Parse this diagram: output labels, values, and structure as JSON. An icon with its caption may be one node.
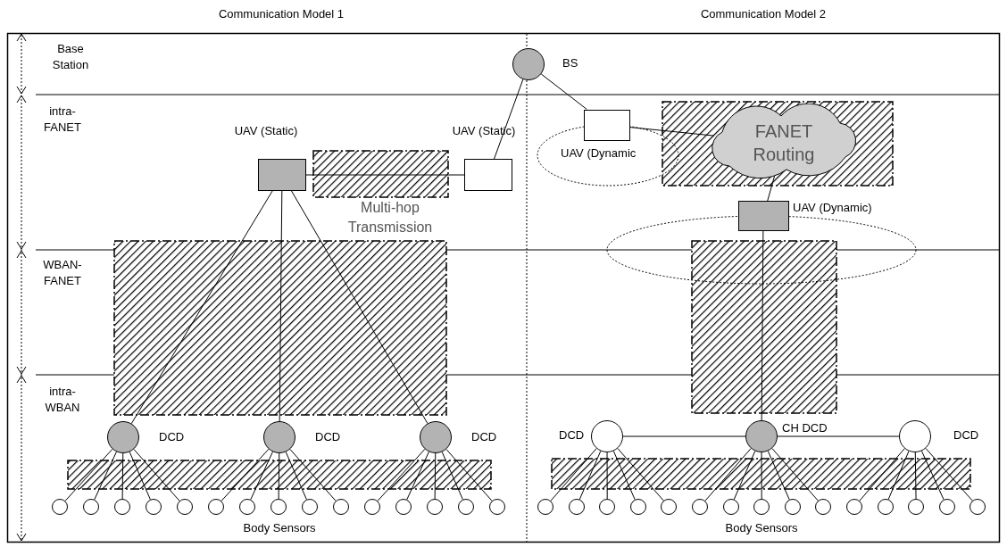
{
  "diagram": {
    "nodes": [
      {
        "text": [],
        "shape": "circle",
        "beside": [
          "BS"
        ]
      },
      {
        "text": [],
        "shape": "box",
        "beside": [
          "UAV (Static)"
        ]
      },
      {
        "text": [],
        "shape": "box",
        "beside": [
          "UAV (Static)"
        ]
      },
      {
        "text": [],
        "shape": "box",
        "beside": [
          "UAV (Dynamic"
        ]
      },
      {
        "text": [
          "FANET Routing"
        ]
      },
      {
        "text": [],
        "shape": "box",
        "beside": [
          "UAV (Dynamic)"
        ]
      },
      {
        "text": [],
        "shape": "circle",
        "beside": [
          "DCD"
        ]
      },
      {
        "text": [],
        "shape": "circle",
        "beside": [
          "DCD"
        ]
      },
      {
        "text": [],
        "shape": "circle",
        "beside": [
          "DCD"
        ]
      },
      {
        "text": [],
        "shape": "circle",
        "beside": [
          "DCD"
        ]
      },
      {
        "text": [],
        "shape": "circle",
        "beside": [
          "CH DCD"
        ]
      },
      {
        "text": [],
        "shape": "circle",
        "beside": [
          "DCD"
        ]
      },
      {
        "text": [],
        "shape": "circle"
      },
      {
        "text": [],
        "shape": "circle"
      },
      {
        "text": [],
        "shape": "circle"
      },
      {
        "text": [],
        "shape": "circle"
      },
      {
        "text": [],
        "shape": "circle"
      },
      {
        "text": [],
        "shape": "circle"
      },
      {
        "text": [],
        "shape": "circle"
      },
      {
        "text": [],
        "shape": "circle"
      },
      {
        "text": [],
        "shape": "circle"
      },
      {
        "text": [],
        "shape": "circle"
      },
      {
        "text": [],
        "shape": "circle"
      },
      {
        "text": [],
        "shape": "circle"
      },
      {
        "text": [],
        "shape": "circle"
      },
      {
        "text": [],
        "shape": "circle"
      },
      {
        "text": [],
        "shape": "circle"
      },
      {
        "text": [],
        "shape": "circle"
      },
      {
        "text": [],
        "shape": "circle"
      },
      {
        "text": [],
        "shape": "circle"
      },
      {
        "text": [],
        "shape": "circle"
      },
      {
        "text": [],
        "shape": "circle"
      },
      {
        "text": [],
        "shape": "circle"
      },
      {
        "text": [],
        "shape": "circle"
      },
      {
        "text": [],
        "shape": "circle"
      },
      {
        "text": [],
        "shape": "circle"
      },
      {
        "text": [],
        "shape": "circle"
      },
      {
        "text": [],
        "shape": "circle"
      },
      {
        "text": [],
        "shape": "circle"
      },
      {
        "text": [],
        "shape": "circle"
      },
      {
        "text": [],
        "shape": "circle"
      },
      {
        "text": [],
        "shape": "circle"
      }
    ],
    "edges": [
      {
        "from": 0,
        "to": 2,
        "arrow": "none"
      },
      {
        "from": 0,
        "to": 3,
        "arrow": "none"
      },
      {
        "from": 1,
        "to": 2,
        "arrow": "none"
      },
      {
        "from": 1,
        "to": 6,
        "arrow": "none"
      },
      {
        "from": 1,
        "to": 7,
        "arrow": "none"
      },
      {
        "from": 1,
        "to": 8,
        "arrow": "none"
      },
      {
        "from": 3,
        "to": 4,
        "arrow": "none"
      },
      {
        "from": 4,
        "to": 5,
        "arrow": "none"
      },
      {
        "from": 5,
        "to": 10,
        "arrow": "none"
      },
      {
        "from": 9,
        "to": 10,
        "arrow": "none"
      },
      {
        "from": 10,
        "to": 11,
        "arrow": "none"
      },
      {
        "from": 6,
        "to": 12,
        "arrow": "none"
      },
      {
        "from": 6,
        "to": 13,
        "arrow": "none"
      },
      {
        "from": 6,
        "to": 14,
        "arrow": "none"
      },
      {
        "from": 6,
        "to": 15,
        "arrow": "none"
      },
      {
        "from": 6,
        "to": 16,
        "arrow": "none"
      },
      {
        "from": 7,
        "to": 17,
        "arrow": "none"
      },
      {
        "from": 7,
        "to": 18,
        "arrow": "none"
      },
      {
        "from": 7,
        "to": 19,
        "arrow": "none"
      },
      {
        "from": 7,
        "to": 20,
        "arrow": "none"
      },
      {
        "from": 7,
        "to": 21,
        "arrow": "none"
      },
      {
        "from": 8,
        "to": 22,
        "arrow": "none"
      },
      {
        "from": 8,
        "to": 23,
        "arrow": "none"
      },
      {
        "from": 8,
        "to": 24,
        "arrow": "none"
      },
      {
        "from": 8,
        "to": 25,
        "arrow": "none"
      },
      {
        "from": 8,
        "to": 26,
        "arrow": "none"
      },
      {
        "from": 9,
        "to": 27,
        "arrow": "none"
      },
      {
        "from": 9,
        "to": 28,
        "arrow": "none"
      },
      {
        "from": 9,
        "to": 29,
        "arrow": "none"
      },
      {
        "from": 9,
        "to": 30,
        "arrow": "none"
      },
      {
        "from": 9,
        "to": 31,
        "arrow": "none"
      },
      {
        "from": 10,
        "to": 32,
        "arrow": "none"
      },
      {
        "from": 10,
        "to": 33,
        "arrow": "none"
      },
      {
        "from": 10,
        "to": 34,
        "arrow": "none"
      },
      {
        "from": 10,
        "to": 35,
        "arrow": "none"
      },
      {
        "from": 10,
        "to": 36,
        "arrow": "none"
      },
      {
        "from": 11,
        "to": 37,
        "arrow": "none"
      },
      {
        "from": 11,
        "to": 38,
        "arrow": "none"
      },
      {
        "from": 11,
        "to": 39,
        "arrow": "none"
      },
      {
        "from": 11,
        "to": 40,
        "arrow": "none"
      },
      {
        "from": 11,
        "to": 41,
        "arrow": "none"
      }
    ],
    "labels": [
      "Communication Model 1",
      "Communication Model 2",
      "Base Station",
      "intra- FANET",
      "WBAN- FANET",
      "intra- WBAN",
      "Multi-hop Transmission",
      "Body Sensors",
      "Body Sensors"
    ]
  }
}
